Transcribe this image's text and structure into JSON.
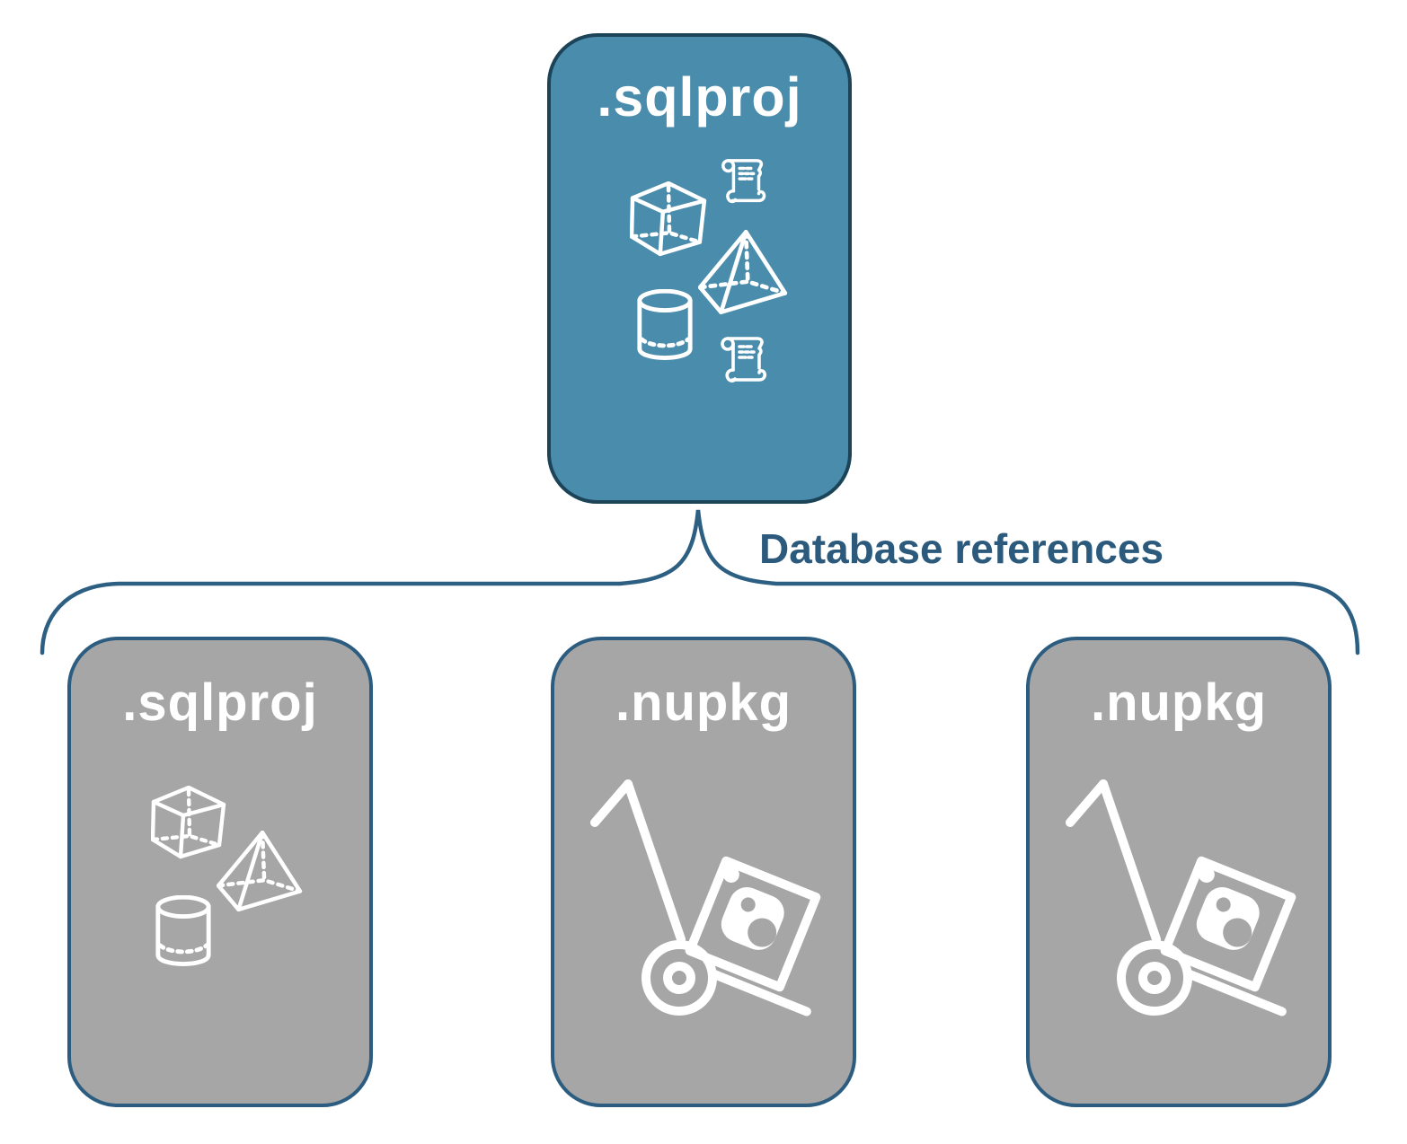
{
  "diagram": {
    "root_box": {
      "label": ".sqlproj",
      "icons": [
        "scroll-icon",
        "cube-icon",
        "pyramid-icon",
        "cylinder-icon",
        "scroll-icon"
      ]
    },
    "connector": {
      "label": "Database references"
    },
    "children": [
      {
        "label": ".sqlproj",
        "icons": [
          "cube-icon",
          "pyramid-icon",
          "cylinder-icon"
        ]
      },
      {
        "label": ".nupkg",
        "icons": [
          "hand-truck-package-icon"
        ]
      },
      {
        "label": ".nupkg",
        "icons": [
          "hand-truck-package-icon"
        ]
      }
    ],
    "colors": {
      "root_fill": "#4A8CAB",
      "root_border": "#1C4458",
      "child_fill": "#A6A6A6",
      "child_border": "#2C5D80",
      "brace_stroke": "#2C5F82",
      "connector_text": "#2B5A7D",
      "box_label_text": "#FFFFFF",
      "icon_stroke": "#FFFFFF",
      "background": "#FFFFFF"
    }
  }
}
